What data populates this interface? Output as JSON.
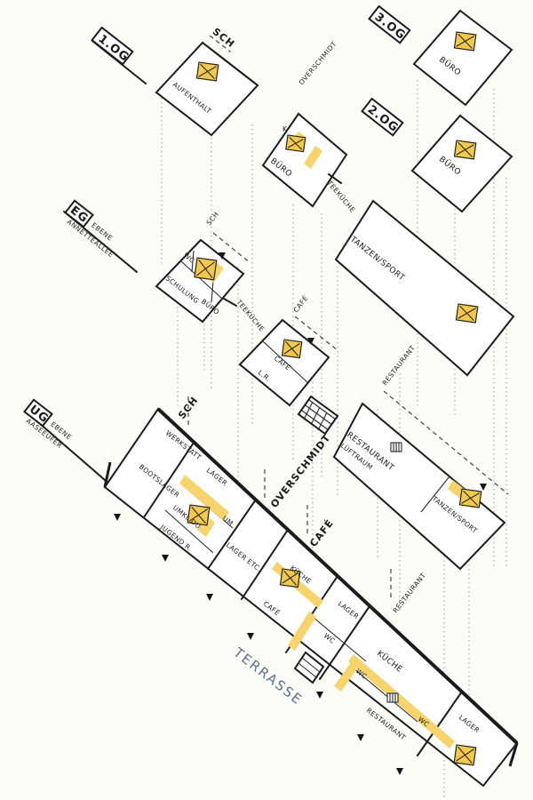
{
  "levels": {
    "og1": "1.OG",
    "og2": "2.OG",
    "og3": "3.OG",
    "eg": "EG",
    "ug": "UG"
  },
  "level_notes": {
    "eg": [
      "EBENE",
      "ANNETTEALLEE"
    ],
    "ug": [
      "EBENE",
      "AASEEUFER"
    ]
  },
  "zones": {
    "sch": "SCH",
    "overschmidt": "OVERSCHMIDT",
    "cafe": "CAFÉ",
    "restaurant": "RESTAURANT"
  },
  "rooms": {
    "aufenthalt": "AUFENTHALT",
    "buero": "BÜRO",
    "k": "K",
    "teekueche": "TEEKÜCHE",
    "tanzen_sport": "TANZEN/SPORT",
    "wc": "WC",
    "lager": "LAGER",
    "schulung": "SCHULUNG",
    "cafe": "CAFÉ",
    "lr": "L.R.",
    "werkstatt": "WERKSTATT",
    "bootslager": "BOOTSLAGER",
    "umkl_dusch": "UMKL.DU",
    "um": "UM",
    "jugend": "JUGEND R.",
    "lager_etc": "LAGER ETC.",
    "kueche": "KÜCHE",
    "wk": "WC",
    "restaurant": "RESTAURANT",
    "lueftraum": "LÜFTRAUM",
    "terrasse": "TERRASSE"
  },
  "colors": {
    "ink": "#1b1b1b",
    "highlight": "#f6d36b",
    "core": "#f3c94c",
    "terrace": "#5b6f8f"
  },
  "icons": [
    "stair-core-icon",
    "entrance-arrow-icon",
    "stair-hatch-icon"
  ]
}
